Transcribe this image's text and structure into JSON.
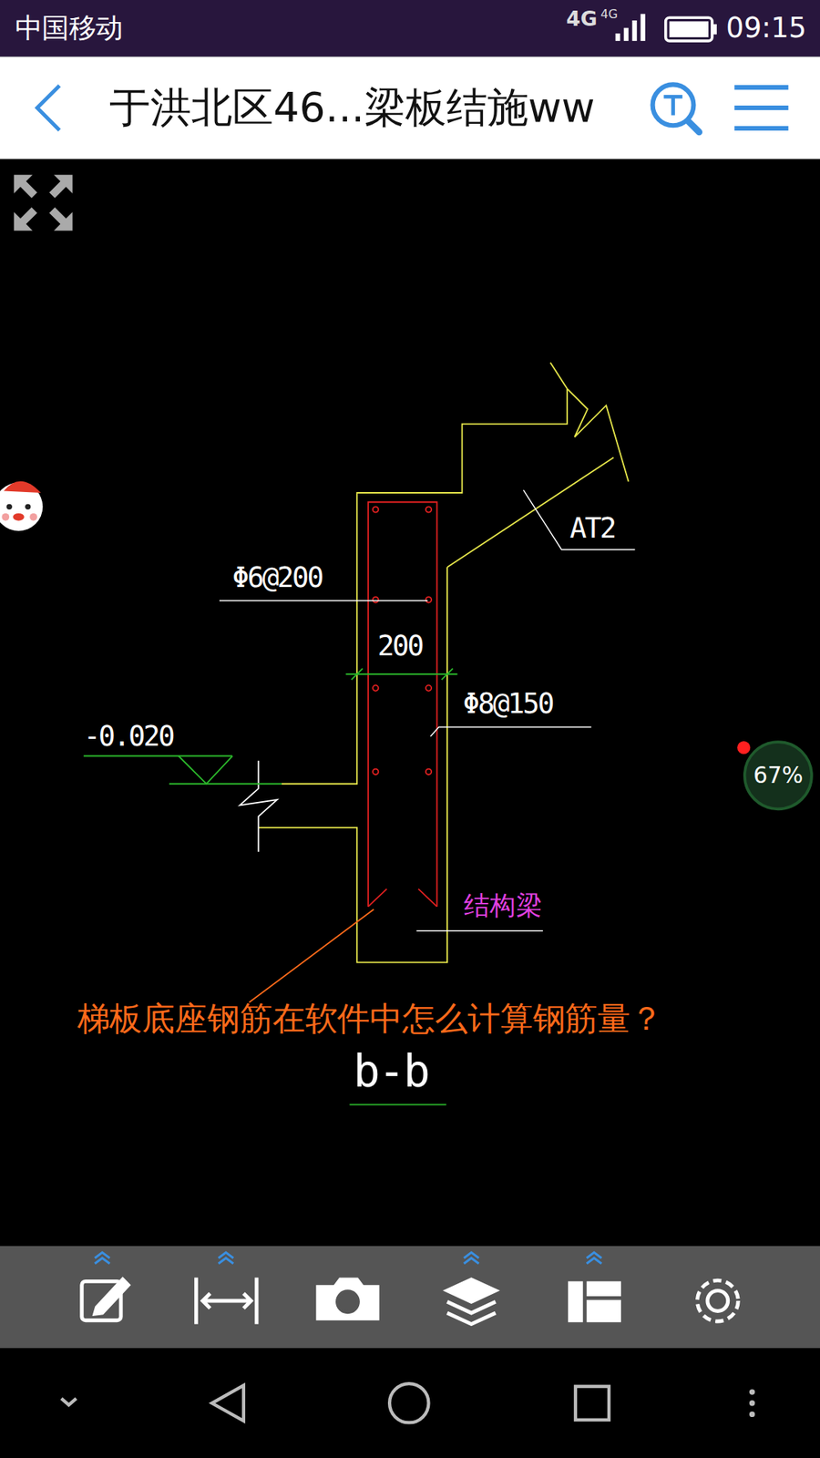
{
  "diagram": {
    "title": "于洪北区46...梁板结施ww",
    "labels": [
      "中国移动",
      "4G",
      "4G",
      "09:15",
      "Φ6@200",
      "200",
      "AT2",
      "Φ8@150",
      "-0.020",
      "结构梁",
      "梯板底座钢筋在软件中怎么计算钢筋量？",
      "b-b",
      "67%"
    ]
  }
}
